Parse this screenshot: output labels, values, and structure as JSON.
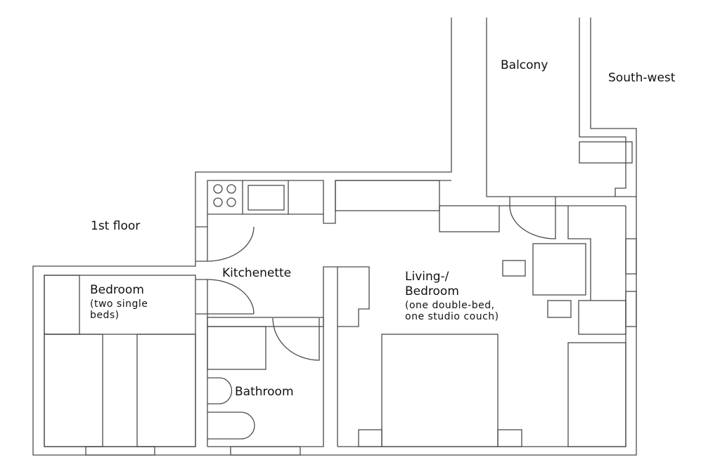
{
  "labels": {
    "floor": "1st floor",
    "balcony": "Balcony",
    "orientation": "South-west",
    "kitchenette": "Kitchenette",
    "bedroom": "Bedroom",
    "bedroom_note_1": "(two single",
    "bedroom_note_2": "beds)",
    "bathroom": "Bathroom",
    "living_1": "Living-/",
    "living_2": "Bedroom",
    "living_note_1": "(one double-bed,",
    "living_note_2": "one studio couch)"
  }
}
